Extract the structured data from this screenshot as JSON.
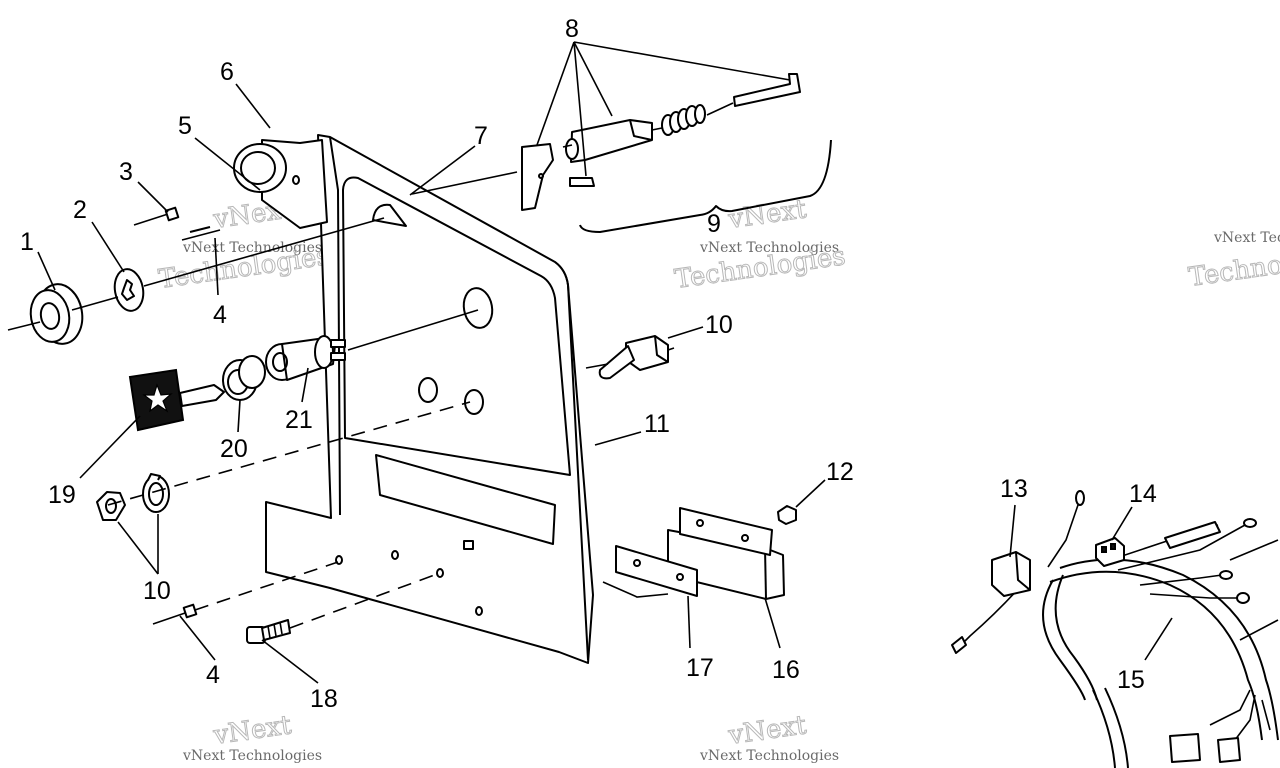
{
  "callouts": [
    {
      "id": "c1",
      "text": "1"
    },
    {
      "id": "c2",
      "text": "2"
    },
    {
      "id": "c3",
      "text": "3"
    },
    {
      "id": "c4a",
      "text": "4"
    },
    {
      "id": "c4b",
      "text": "4"
    },
    {
      "id": "c5",
      "text": "5"
    },
    {
      "id": "c6",
      "text": "6"
    },
    {
      "id": "c7",
      "text": "7"
    },
    {
      "id": "c8",
      "text": "8"
    },
    {
      "id": "c9",
      "text": "9"
    },
    {
      "id": "c10a",
      "text": "10"
    },
    {
      "id": "c10b",
      "text": "10"
    },
    {
      "id": "c11",
      "text": "11"
    },
    {
      "id": "c12",
      "text": "12"
    },
    {
      "id": "c13",
      "text": "13"
    },
    {
      "id": "c14",
      "text": "14"
    },
    {
      "id": "c15",
      "text": "15"
    },
    {
      "id": "c16",
      "text": "16"
    },
    {
      "id": "c17",
      "text": "17"
    },
    {
      "id": "c18",
      "text": "18"
    },
    {
      "id": "c19",
      "text": "19"
    },
    {
      "id": "c20",
      "text": "20"
    },
    {
      "id": "c21",
      "text": "21"
    }
  ],
  "watermark": {
    "line1": "vNext",
    "line2": "vNext Technologies",
    "line3": "Technologies"
  }
}
